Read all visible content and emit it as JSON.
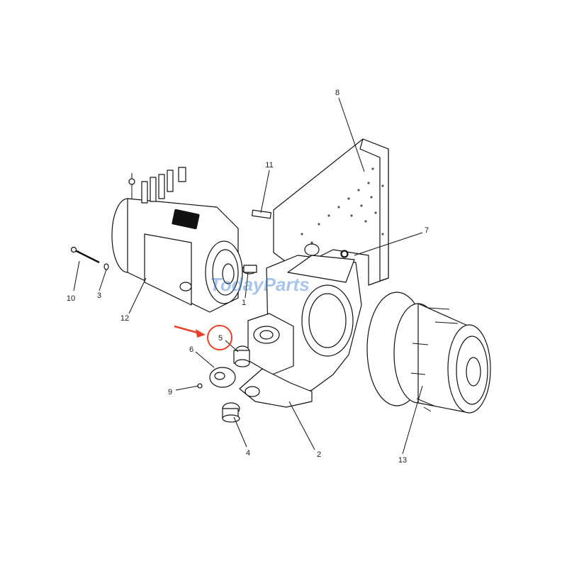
{
  "diagram": {
    "callouts": [
      {
        "id": "c1",
        "text": "1"
      },
      {
        "id": "c2",
        "text": "2"
      },
      {
        "id": "c3",
        "text": "3"
      },
      {
        "id": "c4",
        "text": "4"
      },
      {
        "id": "c5",
        "text": "5"
      },
      {
        "id": "c6",
        "text": "6"
      },
      {
        "id": "c7",
        "text": "7"
      },
      {
        "id": "c8",
        "text": "8"
      },
      {
        "id": "c9",
        "text": "9"
      },
      {
        "id": "c10",
        "text": "10"
      },
      {
        "id": "c11",
        "text": "11"
      },
      {
        "id": "c12",
        "text": "12"
      },
      {
        "id": "c13",
        "text": "13"
      }
    ],
    "highlight": {
      "callout": "5",
      "color": "#e8402a"
    },
    "watermark": {
      "part1": "Today",
      "part2": "Parts",
      "color1": "#3f7fcf",
      "color2": "#f2b01e"
    },
    "colors": {
      "line": "#111111",
      "accent": "#e8402a"
    }
  }
}
